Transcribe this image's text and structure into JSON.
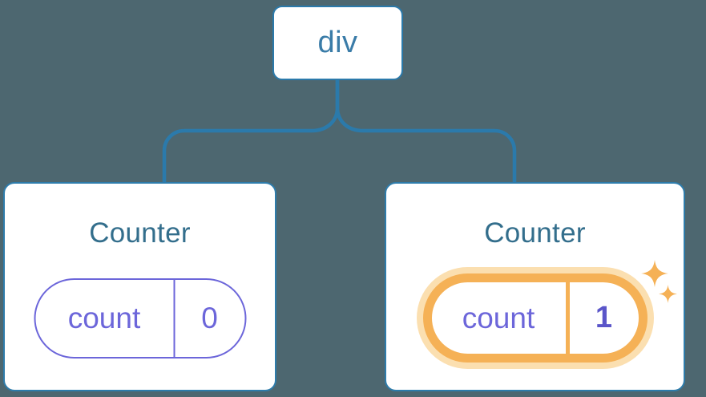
{
  "diagram": {
    "description": "Component tree: div root with two Counter children showing state pills",
    "root": {
      "label": "div"
    },
    "children": [
      {
        "title": "Counter",
        "state": {
          "key": "count",
          "value": "0"
        },
        "highlighted": false
      },
      {
        "title": "Counter",
        "state": {
          "key": "count",
          "value": "1"
        },
        "highlighted": true
      }
    ]
  },
  "icons": {
    "sparkle_large": "four-point-star",
    "sparkle_small": "four-point-star"
  },
  "colors": {
    "background": "#4d6770",
    "node_fill": "#ffffff",
    "node_border_blue": "#2b7aab",
    "connector_blue": "#2b7aab",
    "root_label_text": "#3a7ca8",
    "card_title_text": "#336e8c",
    "state_purple": "#6c66da",
    "state_value_bold_purple": "#5a55c9",
    "highlight_orange": "#f5b156",
    "highlight_glow": "#fbdfb0"
  }
}
